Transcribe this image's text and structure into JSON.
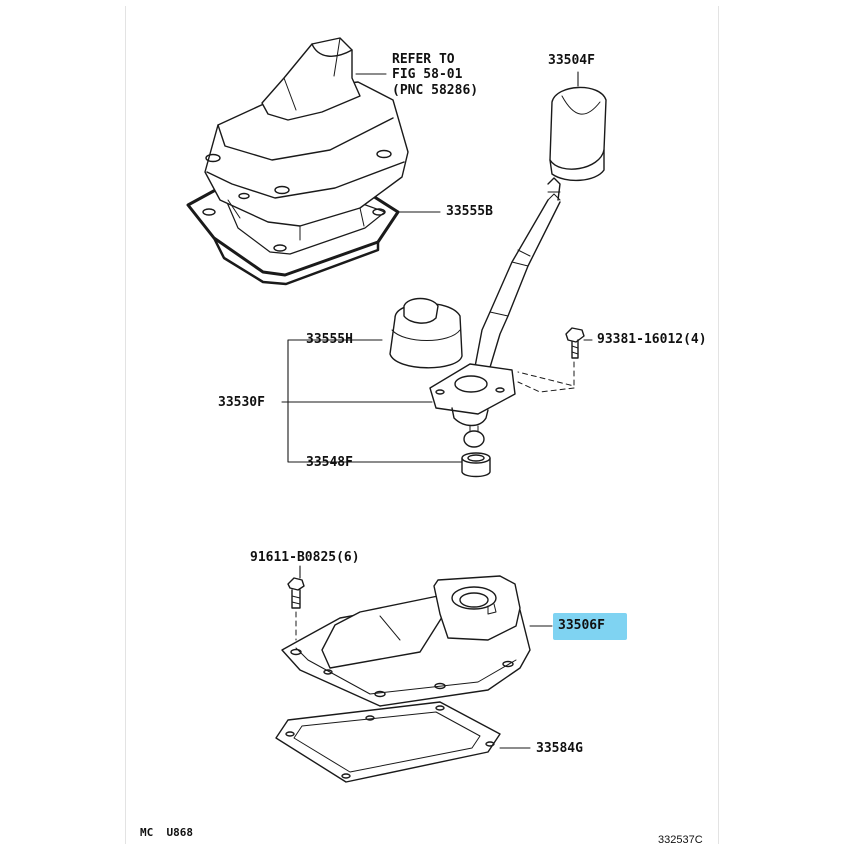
{
  "theme": {
    "highlight": "#7fd3f2",
    "ink": "#1a1a1a"
  },
  "callouts": {
    "refer_line1": "REFER TO",
    "refer_line2": "FIG 58-01",
    "refer_line3": "(PNC 58286)",
    "knob": "33504F",
    "boot": "33555B",
    "bolt_top": "93381-16012(4)",
    "retainer": "33555H",
    "lever": "33530F",
    "bushing": "33548F",
    "bolt_bottom": "91611-B0825(6)",
    "housing": "33506F",
    "gasket": "33584G"
  },
  "footer": {
    "left": "MC  U868",
    "right": "332537C"
  }
}
